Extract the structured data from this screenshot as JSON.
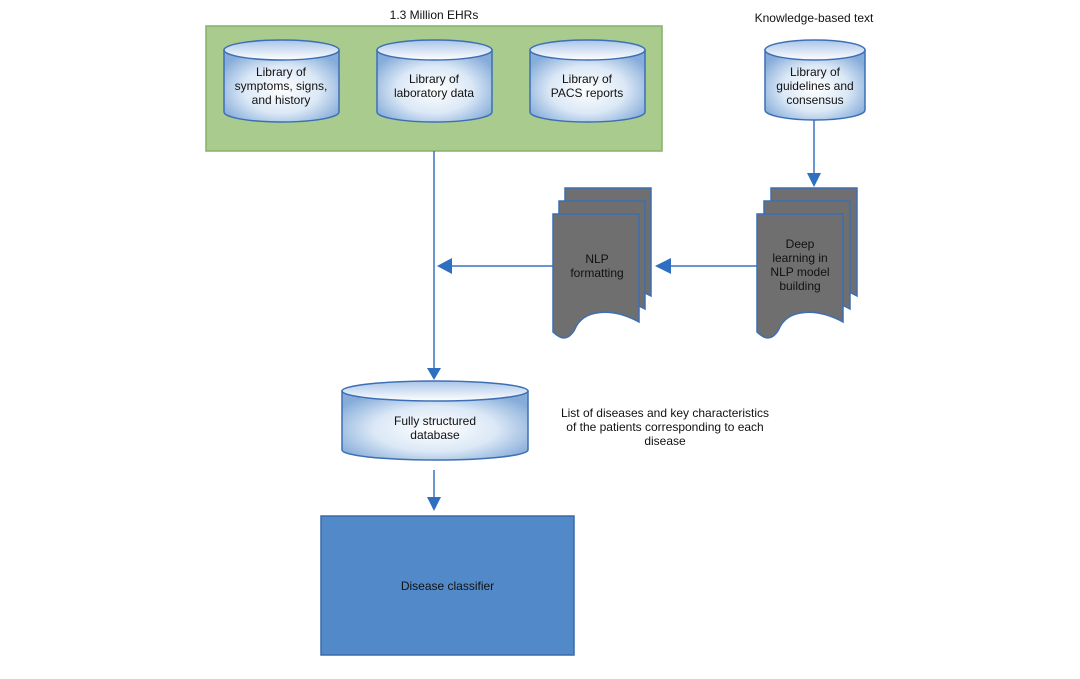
{
  "diagram": {
    "groups": {
      "ehr": {
        "label": "1.3 Million EHRs",
        "fill": "#a9cc8e",
        "stroke": "#7fae62"
      },
      "knowledge": {
        "label": "Knowledge-based text"
      }
    },
    "nodes": {
      "symptoms": {
        "label": "Library of symptoms, signs, and history",
        "lines": [
          "Library of",
          "symptoms, signs,",
          "and history"
        ],
        "shape": "database"
      },
      "lab": {
        "label": "Library of laboratory data",
        "lines": [
          "Library of",
          "laboratory data"
        ],
        "shape": "database"
      },
      "pacs": {
        "label": "Library of PACS reports",
        "lines": [
          "Library of",
          "PACS reports"
        ],
        "shape": "database"
      },
      "guidelines": {
        "label": "Library of guidelines and consensus",
        "lines": [
          "Library of",
          "guidelines and",
          "consensus"
        ],
        "shape": "database"
      },
      "deep_learning": {
        "label": "Deep learning in NLP model building",
        "lines": [
          "Deep",
          "learning in",
          "NLP model",
          "building"
        ],
        "shape": "multi-document"
      },
      "nlp_formatting": {
        "label": "NLP formatting",
        "lines": [
          "NLP",
          "formatting"
        ],
        "shape": "multi-document"
      },
      "structured_db": {
        "label": "Fully structured database",
        "lines": [
          "Fully structured",
          "database"
        ],
        "shape": "database"
      },
      "classifier": {
        "label": "Disease classifier",
        "shape": "rectangle"
      }
    },
    "annotation": {
      "lines": [
        "List of diseases and key characteristics",
        "of the patients corresponding to each",
        "disease"
      ]
    },
    "edges": [
      {
        "from": "guidelines",
        "to": "deep_learning"
      },
      {
        "from": "deep_learning",
        "to": "nlp_formatting"
      },
      {
        "from": "nlp_formatting",
        "to": "ehr-line"
      },
      {
        "from": "ehr",
        "to": "structured_db"
      },
      {
        "from": "structured_db",
        "to": "classifier"
      }
    ],
    "colors": {
      "line": "#3a72c4",
      "cylinder_edge": "#3d6fb5",
      "cylinder_light": "#f4f8fd",
      "cylinder_dark": "#7ea7d8",
      "doc_fill": "#6f6f6f",
      "doc_stroke": "#3d6fb5",
      "classifier_fill": "#5289c9",
      "classifier_stroke": "#3a6aa8"
    }
  }
}
